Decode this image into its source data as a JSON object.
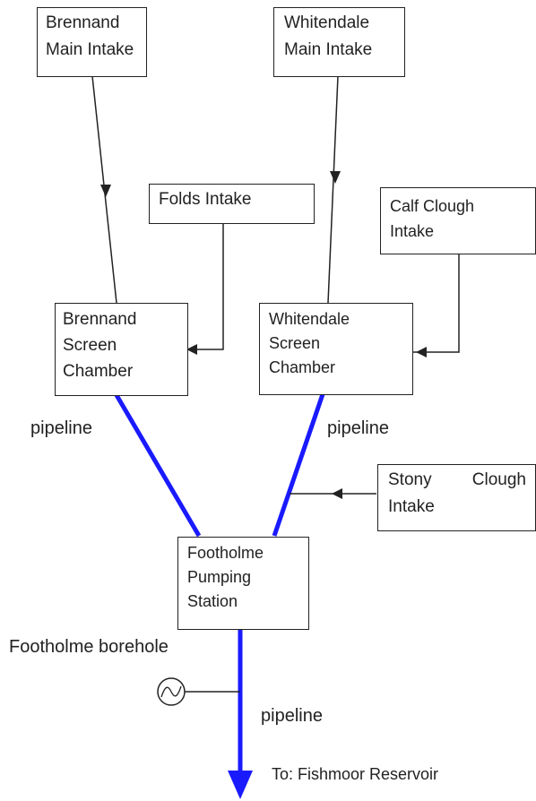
{
  "nodes": {
    "brennand_main": {
      "line1": "Brennand",
      "line2": "Main Intake"
    },
    "whitendale_main": {
      "line1": "Whitendale",
      "line2": "Main Intake"
    },
    "folds": {
      "line1": "Folds Intake"
    },
    "calf_clough": {
      "line1": "Calf Clough",
      "line2": "Intake"
    },
    "brennand_screen": {
      "line1": "Brennand",
      "line2": "Screen",
      "line3": "Chamber"
    },
    "whitendale_screen": {
      "line1": "Whitendale",
      "line2": "Screen",
      "line3": "Chamber"
    },
    "stony_clough": {
      "line1a": "Stony",
      "line1b": "Clough",
      "line2": "Intake"
    },
    "footholme_ps": {
      "line1": "Footholme",
      "line2": "Pumping",
      "line3": "Station"
    }
  },
  "labels": {
    "pipeline_left": "pipeline",
    "pipeline_right": "pipeline",
    "pipeline_bottom": "pipeline",
    "borehole": "Footholme borehole",
    "destination": "To: Fishmoor Reservoir"
  },
  "colors": {
    "pipeline": "#1a1aff",
    "line": "#222222",
    "box_border": "#222222"
  },
  "icons": {
    "borehole": "borehole-pump-symbol"
  }
}
